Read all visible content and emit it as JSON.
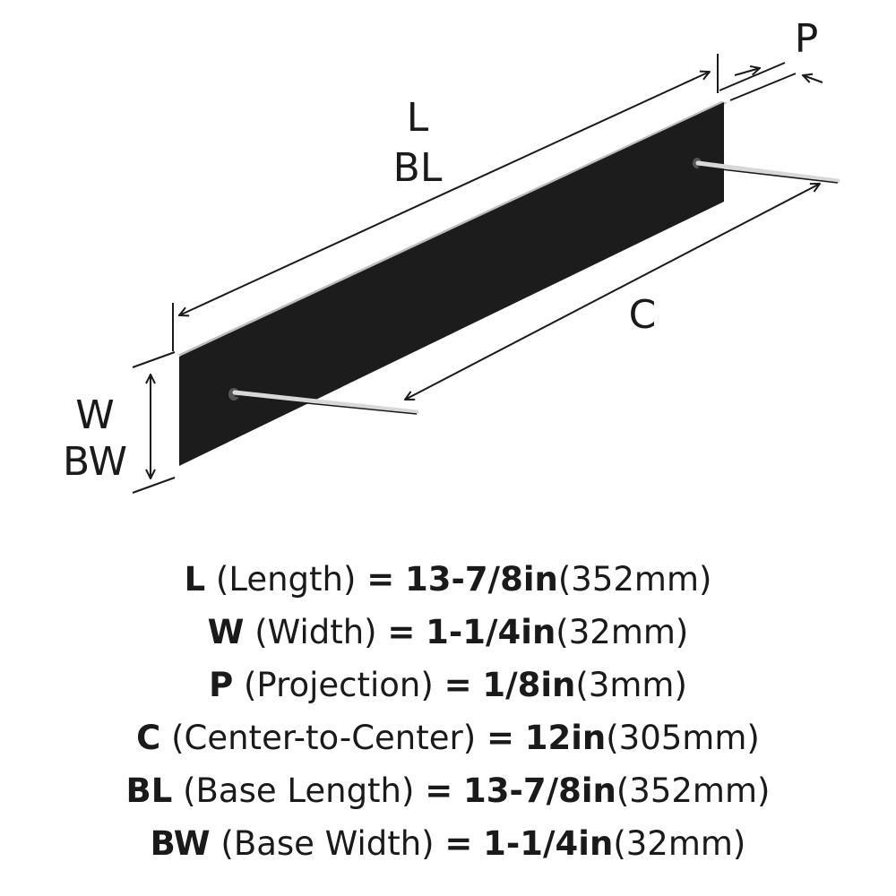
{
  "diagram": {
    "labels": {
      "length": "L",
      "base_length": "BL",
      "projection": "P",
      "center_to_center": "C",
      "width": "W",
      "base_width": "BW"
    },
    "colors": {
      "bar": "#1c1c1c",
      "bar_edge": "#bdbdbd",
      "pin": "#d8d8d8",
      "line": "#1a1a1a"
    }
  },
  "specs": [
    {
      "code": "L",
      "name": "(Length)",
      "eq": "=",
      "imperial": "13-7/8in",
      "metric": "(352mm)"
    },
    {
      "code": "W",
      "name": "(Width)",
      "eq": "=",
      "imperial": "1-1/4in",
      "metric": "(32mm)"
    },
    {
      "code": "P",
      "name": "(Projection)",
      "eq": "=",
      "imperial": "1/8in",
      "metric": "(3mm)"
    },
    {
      "code": "C",
      "name": "(Center-to-Center)",
      "eq": "=",
      "imperial": "12in",
      "metric": "(305mm)"
    },
    {
      "code": "BL",
      "name": "(Base Length)",
      "eq": "=",
      "imperial": "13-7/8in",
      "metric": "(352mm)"
    },
    {
      "code": "BW",
      "name": "(Base Width)",
      "eq": "=",
      "imperial": "1-1/4in",
      "metric": "(32mm)"
    }
  ]
}
